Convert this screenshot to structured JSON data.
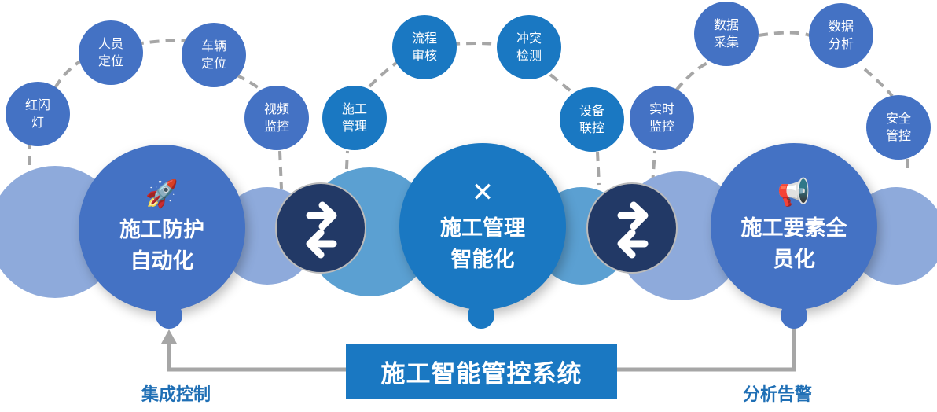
{
  "colors": {
    "primary": "#4472c4",
    "middle": "#1a78c2",
    "light": "#8eaadb",
    "mid_light": "#5ba0d2",
    "dark": "#223966",
    "connector": "#a6a6a6"
  },
  "groups": [
    {
      "title_line1": "施工防护",
      "title_line2": "自动化",
      "icon": "rocket-icon",
      "items": [
        "红闪灯",
        "人员定位",
        "车辆定位",
        "视频监控"
      ]
    },
    {
      "title_line1": "施工管理",
      "title_line2": "智能化",
      "icon": "tools-icon",
      "items": [
        "施工管理",
        "流程审核",
        "冲突检测",
        "设备联控"
      ]
    },
    {
      "title_line1": "施工要素全",
      "title_line2": "员化",
      "icon": "megaphone-icon",
      "items": [
        "实时监控",
        "数据采集",
        "数据分析",
        "安全管控"
      ]
    }
  ],
  "system": "施工智能管控系统",
  "left_label": "集成控制",
  "right_label": "分析告警"
}
